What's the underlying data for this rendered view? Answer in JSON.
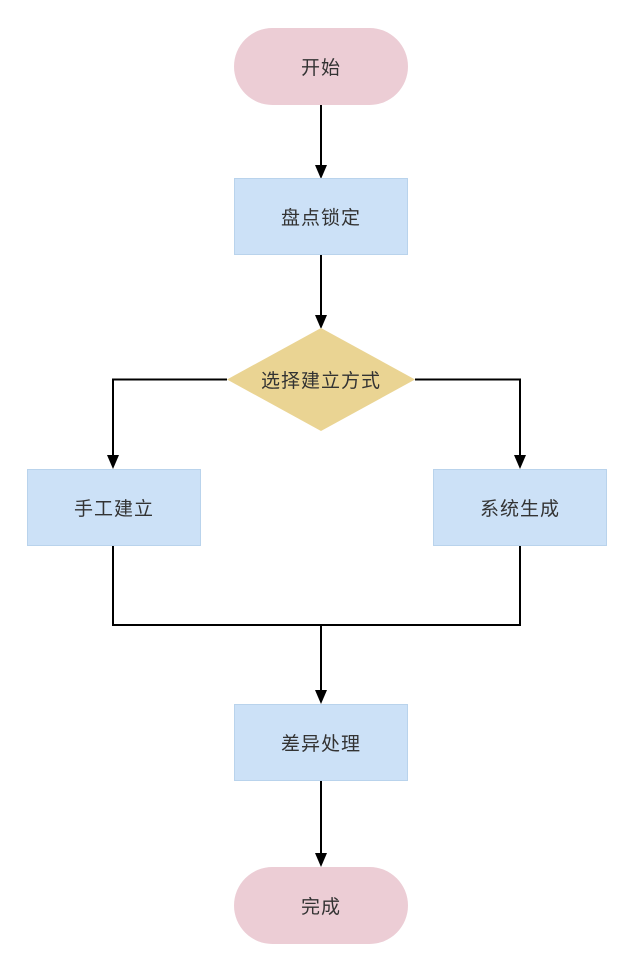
{
  "diagram": {
    "type": "flowchart",
    "nodes": [
      {
        "id": "start",
        "shape": "terminator",
        "label": "开始",
        "fill": "#eccdd5"
      },
      {
        "id": "inventory-lock",
        "shape": "process",
        "label": "盘点锁定",
        "fill": "#cce1f7"
      },
      {
        "id": "choose-method",
        "shape": "decision",
        "label": "选择建立方式",
        "fill": "#ead493"
      },
      {
        "id": "manual-create",
        "shape": "process",
        "label": "手工建立",
        "fill": "#cce1f7"
      },
      {
        "id": "system-generate",
        "shape": "process",
        "label": "系统生成",
        "fill": "#cce1f7"
      },
      {
        "id": "difference-handling",
        "shape": "process",
        "label": "差异处理",
        "fill": "#cce1f7"
      },
      {
        "id": "finish",
        "shape": "terminator",
        "label": "完成",
        "fill": "#eccdd5"
      }
    ],
    "edges": [
      {
        "from": "start",
        "to": "inventory-lock"
      },
      {
        "from": "inventory-lock",
        "to": "choose-method"
      },
      {
        "from": "choose-method",
        "to": "manual-create"
      },
      {
        "from": "choose-method",
        "to": "system-generate"
      },
      {
        "from": "manual-create",
        "to": "difference-handling"
      },
      {
        "from": "system-generate",
        "to": "difference-handling"
      },
      {
        "from": "difference-handling",
        "to": "finish"
      }
    ],
    "colors": {
      "terminator_fill": "#eccdd5",
      "process_fill": "#cce1f7",
      "process_border": "#b9d3ec",
      "decision_fill": "#ead493",
      "line": "#000000",
      "text": "#333333",
      "background": "#ffffff"
    }
  }
}
